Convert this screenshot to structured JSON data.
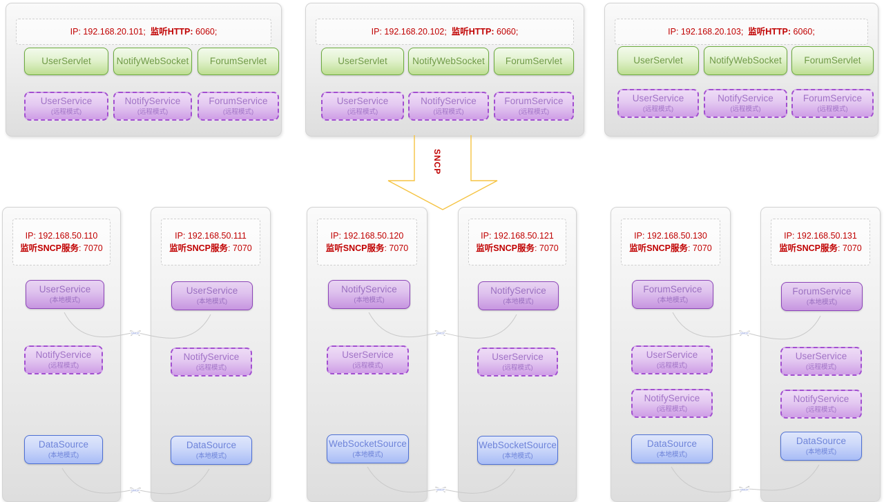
{
  "diagram": {
    "protocol_label": "SNCP",
    "arc_label": "SNCP",
    "colors": {
      "ip_text": "#c00000",
      "servlet_border": "#6cab3e",
      "servlet_text": "#6f9a46",
      "service_border": "#8c44b8",
      "service_text": "#9a6fc0",
      "service_remote_border": "#a24fd0",
      "source_border": "#4d6fd4",
      "source_text": "#6d83d9",
      "arrow_stroke": "#f5c342",
      "panel_border": "#d3d3d3"
    },
    "mode_local": "(本地模式)",
    "mode_remote": "(远程模式)"
  },
  "tier_web": {
    "hosts": [
      {
        "ip_line": "IP: 192.168.20.101;",
        "listen_label": "监听HTTP:",
        "listen_port": "6060;",
        "servlets": [
          "UserServlet",
          "NotifyWebSocket",
          "ForumServlet"
        ],
        "services": [
          {
            "name": "UserService",
            "mode": "(远程模式)"
          },
          {
            "name": "NotifyService",
            "mode": "(远程模式)"
          },
          {
            "name": "ForumService",
            "mode": "(远程模式)"
          }
        ]
      },
      {
        "ip_line": "IP: 192.168.20.102;",
        "listen_label": "监听HTTP:",
        "listen_port": "6060;",
        "servlets": [
          "UserServlet",
          "NotifyWebSocket",
          "ForumServlet"
        ],
        "services": [
          {
            "name": "UserService",
            "mode": "(远程模式)"
          },
          {
            "name": "NotifyService",
            "mode": "(远程模式)"
          },
          {
            "name": "ForumService",
            "mode": "(远程模式)"
          }
        ]
      },
      {
        "ip_line": "IP: 192.168.20.103;",
        "listen_label": "监听HTTP:",
        "listen_port": "6060;",
        "servlets": [
          "UserServlet",
          "NotifyWebSocket",
          "ForumServlet"
        ],
        "services": [
          {
            "name": "UserService",
            "mode": "(远程模式)"
          },
          {
            "name": "NotifyService",
            "mode": "(远程模式)"
          },
          {
            "name": "ForumService",
            "mode": "(远程模式)"
          }
        ]
      }
    ]
  },
  "tier_service": {
    "hosts": [
      {
        "ip_line": "IP: 192.168.50.110",
        "listen_line_cn": "监听SNCP服务",
        "listen_line_port": ": 7070",
        "nodes": [
          {
            "name": "UserService",
            "mode": "(本地模式)",
            "kind": "svc-local"
          },
          {
            "name": "NotifyService",
            "mode": "(远程模式)",
            "kind": "svc-remote"
          },
          {
            "name": "DataSource",
            "mode": "(本地模式)",
            "kind": "source"
          }
        ]
      },
      {
        "ip_line": "IP: 192.168.50.111",
        "listen_line_cn": "监听SNCP服务",
        "listen_line_port": ": 7070",
        "nodes": [
          {
            "name": "UserService",
            "mode": "(本地模式)",
            "kind": "svc-local"
          },
          {
            "name": "NotifyService",
            "mode": "(远程模式)",
            "kind": "svc-remote"
          },
          {
            "name": "DataSource",
            "mode": "(本地模式)",
            "kind": "source"
          }
        ]
      },
      {
        "ip_line": "IP: 192.168.50.120",
        "listen_line_cn": "监听SNCP服务",
        "listen_line_port": ": 7070",
        "nodes": [
          {
            "name": "NotifyService",
            "mode": "(本地模式)",
            "kind": "svc-local"
          },
          {
            "name": "UserService",
            "mode": "(远程模式)",
            "kind": "svc-remote"
          },
          {
            "name": "WebSocketSource",
            "mode": "(本地模式)",
            "kind": "source"
          }
        ]
      },
      {
        "ip_line": "IP: 192.168.50.121",
        "listen_line_cn": "监听SNCP服务",
        "listen_line_port": ": 7070",
        "nodes": [
          {
            "name": "NotifyService",
            "mode": "(本地模式)",
            "kind": "svc-local"
          },
          {
            "name": "UserService",
            "mode": "(远程模式)",
            "kind": "svc-remote"
          },
          {
            "name": "WebSocketSource",
            "mode": "(本地模式)",
            "kind": "source"
          }
        ]
      },
      {
        "ip_line": "IP: 192.168.50.130",
        "listen_line_cn": "监听SNCP服务",
        "listen_line_port": ": 7070",
        "nodes": [
          {
            "name": "ForumService",
            "mode": "(本地模式)",
            "kind": "svc-local"
          },
          {
            "name": "UserService",
            "mode": "(远程模式)",
            "kind": "svc-remote"
          },
          {
            "name": "NotifyService",
            "mode": "(远程模式)",
            "kind": "svc-remote"
          },
          {
            "name": "DataSource",
            "mode": "(本地模式)",
            "kind": "source"
          }
        ]
      },
      {
        "ip_line": "IP: 192.168.50.131",
        "listen_line_cn": "监听SNCP服务",
        "listen_line_port": ": 7070",
        "nodes": [
          {
            "name": "ForumService",
            "mode": "(本地模式)",
            "kind": "svc-local"
          },
          {
            "name": "UserService",
            "mode": "(远程模式)",
            "kind": "svc-remote"
          },
          {
            "name": "NotifyService",
            "mode": "(远程模式)",
            "kind": "svc-remote"
          },
          {
            "name": "DataSource",
            "mode": "(本地模式)",
            "kind": "source"
          }
        ]
      }
    ]
  }
}
